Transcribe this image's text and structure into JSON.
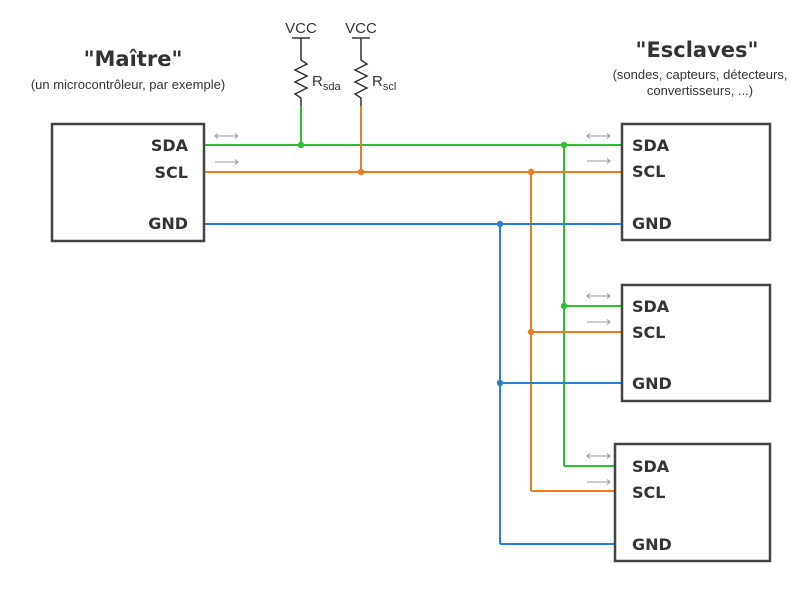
{
  "master": {
    "title": "\"Maître\"",
    "subtitle": "(un microcontrôleur, par exemple)",
    "pins": {
      "sda": "SDA",
      "scl": "SCL",
      "gnd": "GND"
    }
  },
  "slaves": {
    "title": "\"Esclaves\"",
    "subtitle_line1": "(sondes, capteurs, détecteurs,",
    "subtitle_line2": "convertisseurs, ...)",
    "devices": [
      {
        "sda": "SDA",
        "scl": "SCL",
        "gnd": "GND"
      },
      {
        "sda": "SDA",
        "scl": "SCL",
        "gnd": "GND"
      },
      {
        "sda": "SDA",
        "scl": "SCL",
        "gnd": "GND"
      }
    ]
  },
  "pullups": {
    "sda": {
      "supply": "VCC",
      "label": "R",
      "sub": "sda"
    },
    "scl": {
      "supply": "VCC",
      "label": "R",
      "sub": "scl"
    }
  },
  "colors": {
    "sda": "#2ebf2e",
    "scl": "#ee7a22",
    "gnd": "#2a7fd4"
  }
}
